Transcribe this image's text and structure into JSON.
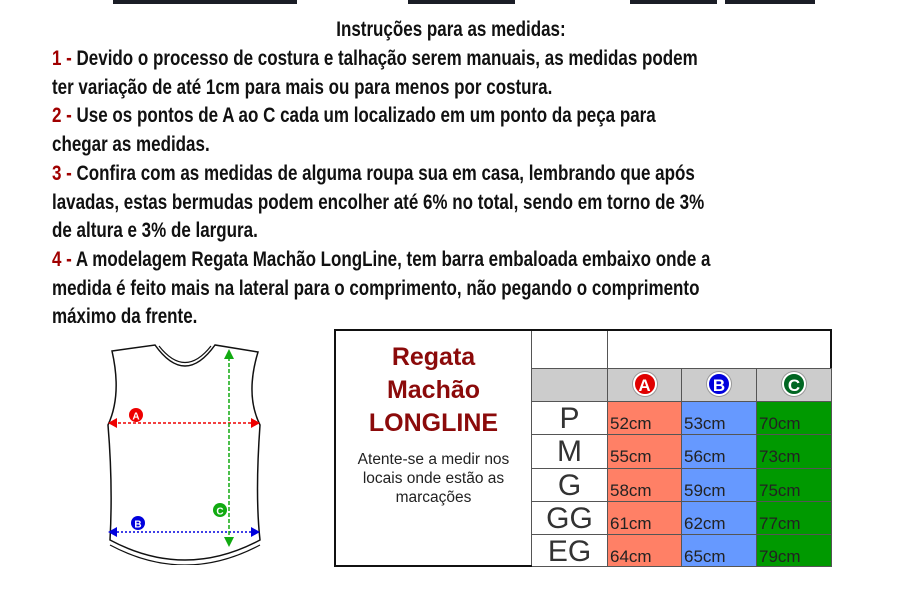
{
  "title": "Instruções para as medidas:",
  "items": [
    {
      "num": "1 -",
      "lines": [
        " Devido o processo de costura e talhação serem manuais, as medidas podem",
        "ter variação de até 1cm para mais ou para menos por costura."
      ]
    },
    {
      "num": "2 -",
      "lines": [
        " Use os pontos de A ao C cada um localizado em um ponto da peça para",
        "chegar as medidas."
      ]
    },
    {
      "num": "3 -",
      "lines": [
        " Confira com as medidas de alguma roupa sua em casa, lembrando que após",
        "lavadas, estas bermudas podem encolher até 6% no total, sendo em torno de 3%",
        "de altura e 3% de largura."
      ]
    },
    {
      "num": "4 -",
      "lines": [
        " A modelagem Regata Machão LongLine, tem barra embaloada embaixo onde a",
        "medida é feito mais na lateral para o comprimento, não pegando o comprimento",
        "máximo da frente."
      ]
    }
  ],
  "diagram": {
    "labels": [
      "A",
      "B",
      "C"
    ]
  },
  "table": {
    "product": [
      "Regata",
      "Machão",
      "LONGLINE"
    ],
    "note": [
      "Atente-se a medir nos",
      "locais onde estão as",
      "marcações"
    ],
    "columns": [
      {
        "label": "A",
        "color": "#e00000",
        "bg": "#ff8066"
      },
      {
        "label": "B",
        "color": "#0000dd",
        "bg": "#6699ff"
      },
      {
        "label": "C",
        "color": "#006622",
        "bg": "#009900"
      }
    ],
    "rows": [
      {
        "size": "P",
        "values": [
          "52cm",
          "53cm",
          "70cm"
        ]
      },
      {
        "size": "M",
        "values": [
          "55cm",
          "56cm",
          "73cm"
        ]
      },
      {
        "size": "G",
        "values": [
          "58cm",
          "59cm",
          "75cm"
        ]
      },
      {
        "size": "GG",
        "values": [
          "61cm",
          "62cm",
          "77cm"
        ]
      },
      {
        "size": "EG",
        "values": [
          "64cm",
          "65cm",
          "79cm"
        ]
      }
    ]
  }
}
